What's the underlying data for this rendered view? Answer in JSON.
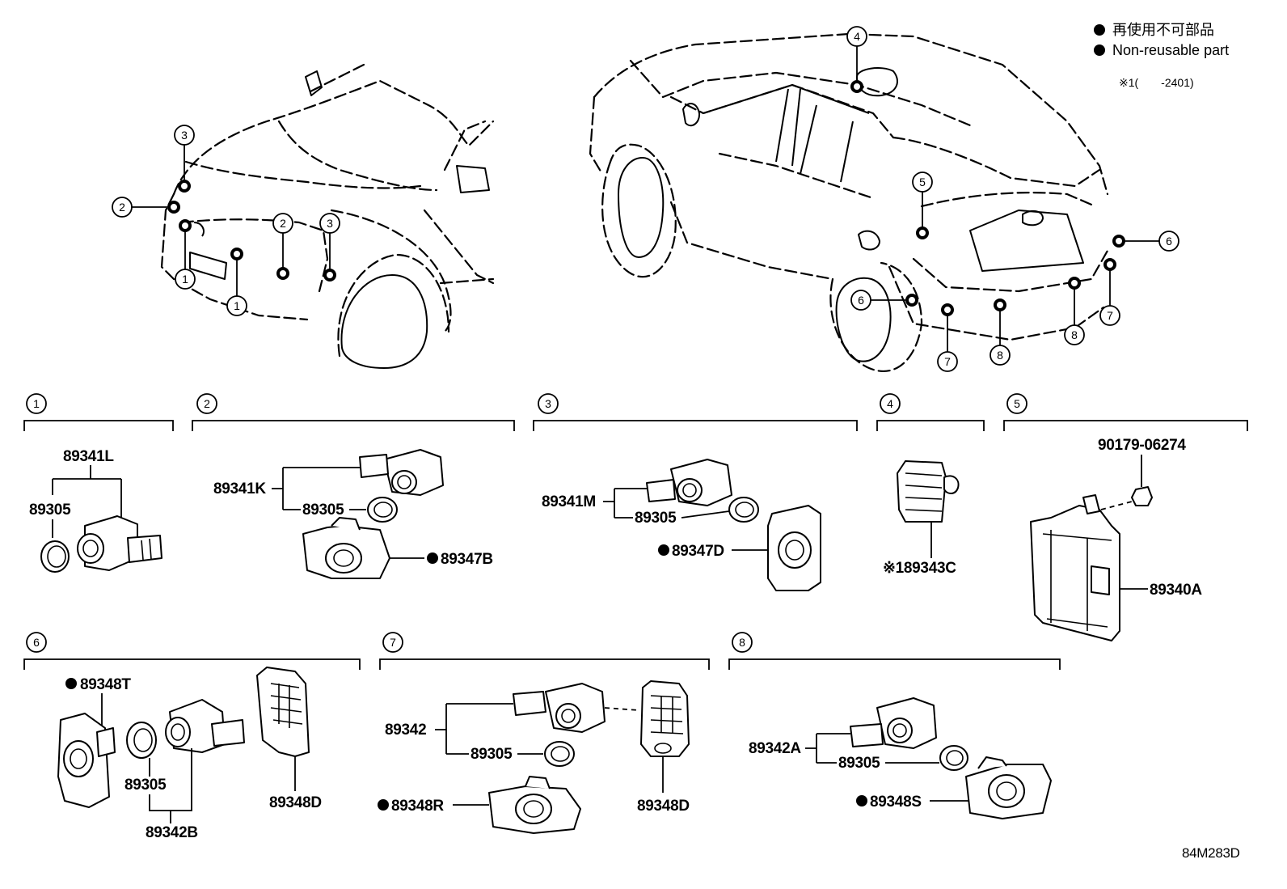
{
  "legend": {
    "line1": "再使用不可部品",
    "line2": "Non-reusable part",
    "note": "※1(　　-2401)"
  },
  "drawing_code": "84M283D",
  "callouts": [
    "1",
    "2",
    "3",
    "4",
    "5",
    "6",
    "7",
    "8"
  ],
  "sections": {
    "s1": {
      "num": "1",
      "parts": [
        "89341L",
        "89305"
      ]
    },
    "s2": {
      "num": "2",
      "parts": [
        "89341K",
        "89305",
        "89347B"
      ]
    },
    "s3": {
      "num": "3",
      "parts": [
        "89341M",
        "89305",
        "89347D"
      ]
    },
    "s4": {
      "num": "4",
      "parts": [
        "※189343C"
      ]
    },
    "s5": {
      "num": "5",
      "parts": [
        "90179-06274",
        "89340A"
      ]
    },
    "s6": {
      "num": "6",
      "parts": [
        "89348T",
        "89305",
        "89342B",
        "89348D"
      ]
    },
    "s7": {
      "num": "7",
      "parts": [
        "89342",
        "89305",
        "89348R",
        "89348D"
      ]
    },
    "s8": {
      "num": "8",
      "parts": [
        "89342A",
        "89305",
        "89348S"
      ]
    }
  },
  "colors": {
    "ink": "#000000",
    "paper": "#ffffff"
  }
}
